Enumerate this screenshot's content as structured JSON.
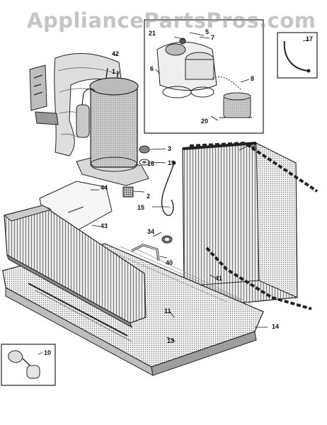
{
  "watermark": "AppliancePartsPros.com",
  "callouts": {
    "c1": "1",
    "c2": "2",
    "c3": "3",
    "c5": "5",
    "c6": "6",
    "c7": "7",
    "c8": "8",
    "c10": "10",
    "c11": "11",
    "c13": "13",
    "c14": "14",
    "c15": "15",
    "c16": "16",
    "c17": "17",
    "c19": "19",
    "c20": "20",
    "c21": "21",
    "c22": "22",
    "c34": "34",
    "c40": "40",
    "c41": "41",
    "c42": "42",
    "c43": "43",
    "c44": "44"
  },
  "colors": {
    "line": "#1a1a1a",
    "shade": "#9a9a9a",
    "light": "#d0d0d0",
    "watermark": "#969696"
  }
}
